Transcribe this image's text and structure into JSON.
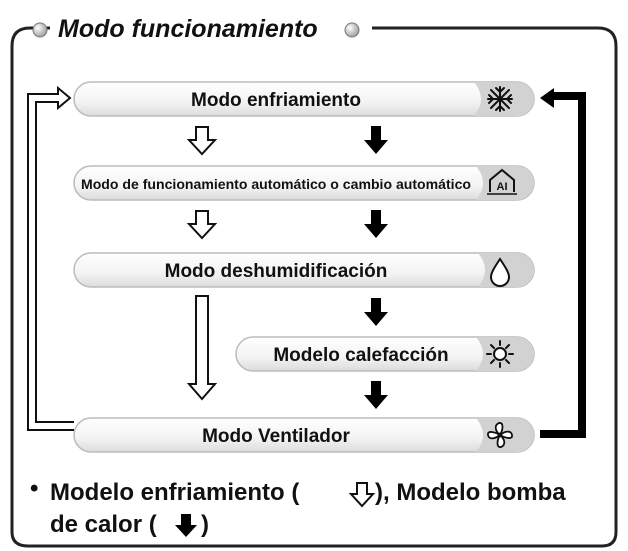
{
  "title": "Modo funcionamiento",
  "modes": [
    {
      "label": "Modo enfriamiento",
      "icon": "snowflake-icon"
    },
    {
      "label": "Modo de funcionamiento automático o cambio automático",
      "icon": "auto-ai-icon"
    },
    {
      "label": "Modo deshumidificación",
      "icon": "water-drop-icon"
    },
    {
      "label": "Modelo calefacción",
      "icon": "sun-icon"
    },
    {
      "label": "Modo Ventilador",
      "icon": "fan-icon"
    }
  ],
  "legend": {
    "bullet": "•",
    "line1_a": "Modelo enfriamiento (",
    "line1_b": "), Modelo bomba",
    "line2_a": "de calor (",
    "line2_b": ")",
    "outline_arrow_meaning": "Modelo enfriamiento",
    "solid_arrow_meaning": "Modelo bomba de calor"
  },
  "colors": {
    "pill_fill": "#f7f7f7",
    "pill_shade": "#d2d2d2",
    "frame": "#222222",
    "arrow": "#000000"
  }
}
